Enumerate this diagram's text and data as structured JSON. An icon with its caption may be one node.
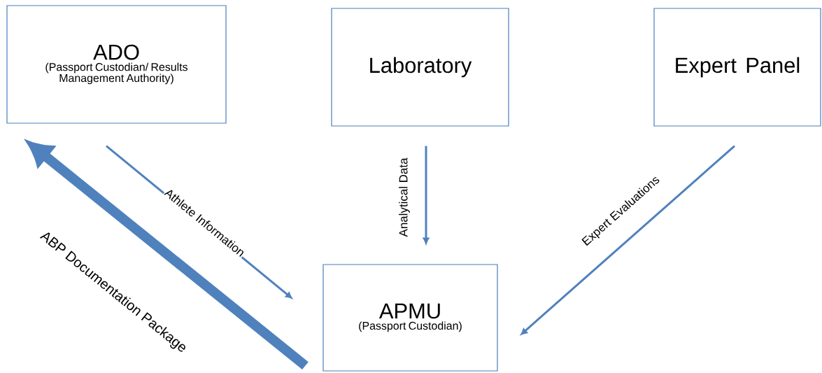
{
  "diagram": {
    "nodes": [
      {
        "text": [
          "ADO",
          "(Passport Custodian/ Results Management Authority)"
        ]
      },
      {
        "text": [
          "Laboratory"
        ]
      },
      {
        "text": [
          "Expert Panel"
        ]
      },
      {
        "text": [
          "APMU",
          "(Passport Custodian)"
        ]
      }
    ],
    "edges": [
      {
        "from": 0,
        "to": 3,
        "arrow": "to",
        "label": "Athlete Information"
      },
      {
        "from": 1,
        "to": 3,
        "arrow": "to",
        "label": "Analytical Data"
      },
      {
        "from": 2,
        "to": 3,
        "arrow": "to",
        "label": "Expert Evaluations"
      },
      {
        "from": 3,
        "to": 0,
        "arrow": "to",
        "label": "ABP Documentation Package",
        "style": "thick"
      }
    ]
  }
}
